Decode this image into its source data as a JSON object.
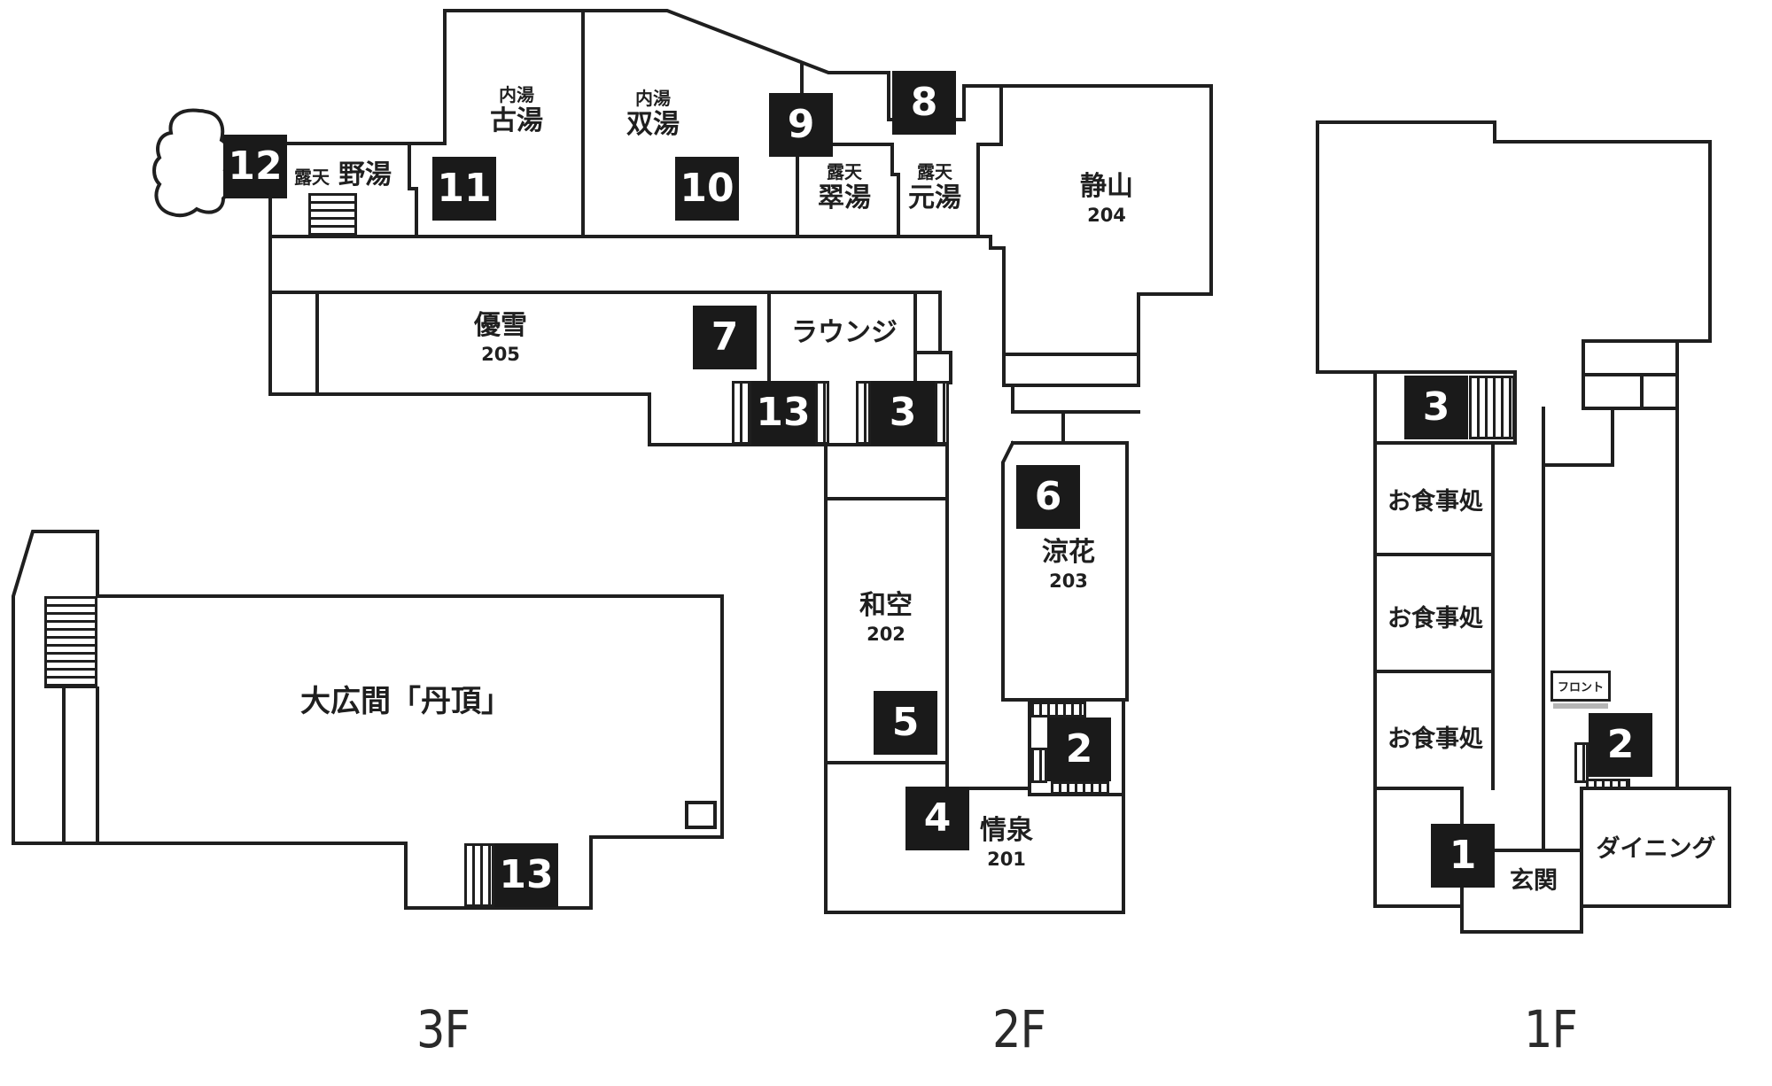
{
  "colors": {
    "wall": "#1f1f1f",
    "marker_background": "#1a1a1a",
    "marker_text": "#ffffff",
    "front_desk_bar": "#b5b5b5",
    "background": "#ffffff"
  },
  "floor_labels": {
    "f3": "3F",
    "f2": "2F",
    "f1": "1F"
  },
  "markers": {
    "m1": "1",
    "m2": "2",
    "m3": "3",
    "m4": "4",
    "m5": "5",
    "m6": "6",
    "m7": "7",
    "m8": "8",
    "m9": "9",
    "m10": "10",
    "m11": "11",
    "m12": "12",
    "m13": "13"
  },
  "rooms": {
    "noyu": {
      "prefix": "露天",
      "name": "野湯"
    },
    "furuyu": {
      "prefix": "内湯",
      "name": "古湯"
    },
    "souyu": {
      "prefix": "内湯",
      "name": "双湯"
    },
    "suiyu": {
      "prefix": "露天",
      "name": "翠湯"
    },
    "motoyu": {
      "prefix": "露天",
      "name": "元湯"
    },
    "seizan": {
      "name": "静山",
      "number": "204"
    },
    "yusetsu": {
      "name": "優雪",
      "number": "205"
    },
    "lounge": {
      "name": "ラウンジ"
    },
    "wakuu": {
      "name": "和空",
      "number": "202"
    },
    "ryoka": {
      "name": "涼花",
      "number": "203"
    },
    "josen": {
      "name": "情泉",
      "number": "201"
    },
    "ohiroma": {
      "name": "大広間「丹頂」"
    },
    "shokuji1": {
      "name": "お食事処"
    },
    "shokuji2": {
      "name": "お食事処"
    },
    "shokuji3": {
      "name": "お食事処"
    },
    "front_desk": {
      "name": "フロント"
    },
    "entrance": {
      "name": "玄関"
    },
    "dining": {
      "name": "ダイニング"
    }
  }
}
